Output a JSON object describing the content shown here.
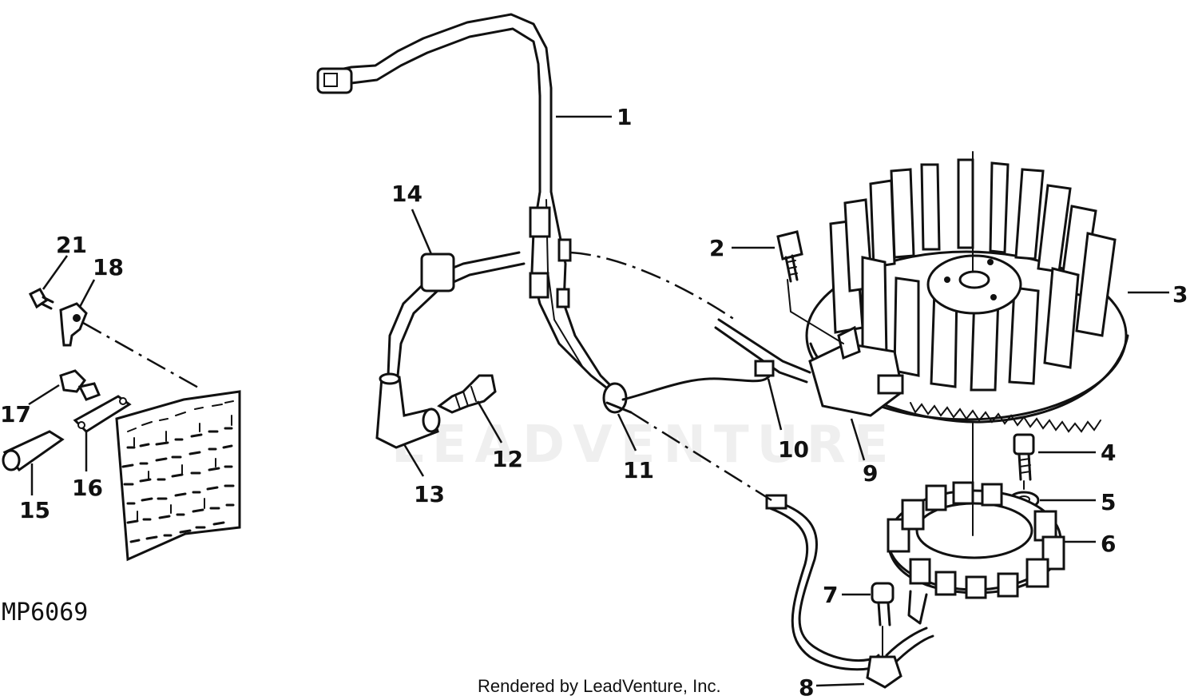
{
  "figure": {
    "code": "MP6069",
    "credit": "Rendered by LeadVenture, Inc.",
    "watermark": "LEADVENTURE"
  },
  "callouts": [
    {
      "id": "1",
      "label": "1"
    },
    {
      "id": "2",
      "label": "2"
    },
    {
      "id": "3",
      "label": "3"
    },
    {
      "id": "4",
      "label": "4"
    },
    {
      "id": "5",
      "label": "5"
    },
    {
      "id": "6",
      "label": "6"
    },
    {
      "id": "7",
      "label": "7"
    },
    {
      "id": "8",
      "label": "8"
    },
    {
      "id": "9",
      "label": "9"
    },
    {
      "id": "10",
      "label": "10"
    },
    {
      "id": "11",
      "label": "11"
    },
    {
      "id": "12",
      "label": "12"
    },
    {
      "id": "13",
      "label": "13"
    },
    {
      "id": "14",
      "label": "14"
    },
    {
      "id": "15",
      "label": "15"
    },
    {
      "id": "16",
      "label": "16"
    },
    {
      "id": "17",
      "label": "17"
    },
    {
      "id": "18",
      "label": "18"
    },
    {
      "id": "21",
      "label": "21"
    }
  ]
}
